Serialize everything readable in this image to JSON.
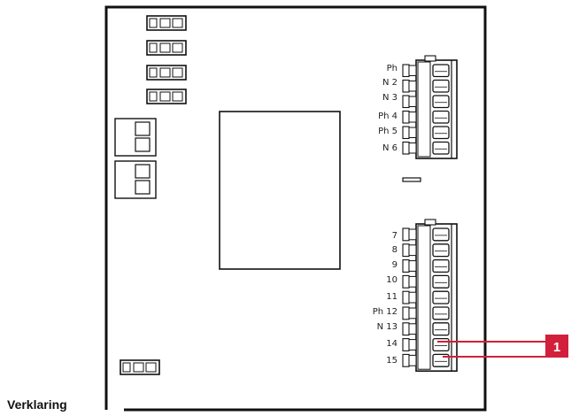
{
  "terminal_block_top": {
    "labels": [
      "Ph",
      "N 2",
      "N 3",
      "Ph 4",
      "Ph 5",
      "N 6"
    ]
  },
  "terminal_block_bottom": {
    "labels": [
      "7",
      "8",
      "9",
      "10",
      "11",
      "Ph 12",
      "N 13",
      "14",
      "15"
    ]
  },
  "callout": {
    "number": "1",
    "color": "#d21f3c"
  },
  "legend": {
    "title": "Verklaring"
  }
}
